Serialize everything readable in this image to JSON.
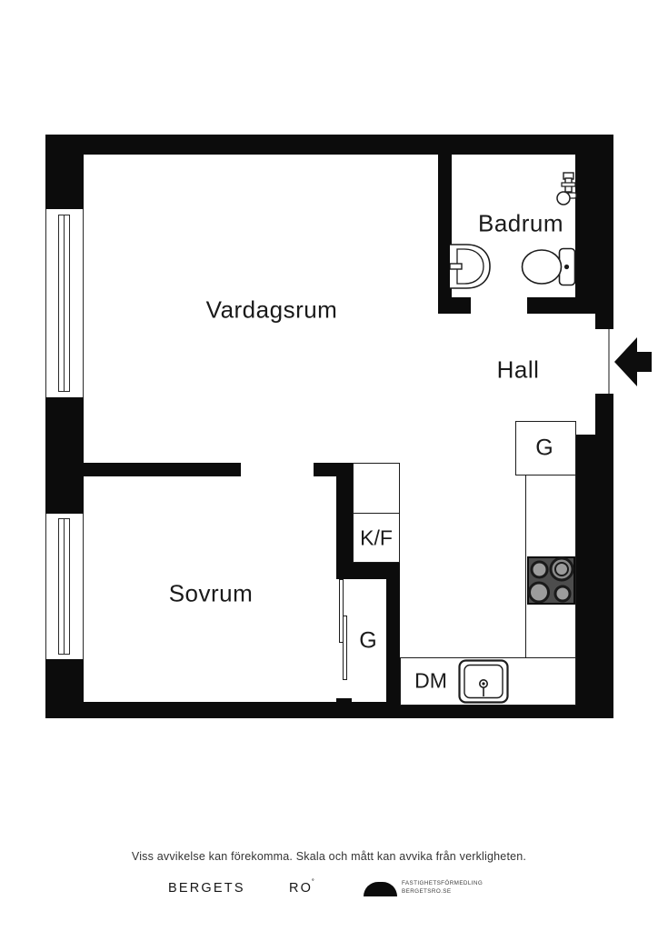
{
  "floorplan": {
    "room_labels": {
      "vardagsrum": "Vardagsrum",
      "badrum": "Badrum",
      "hall": "Hall",
      "sovrum": "Sovrum"
    },
    "fixture_labels": {
      "fridge_freezer": "K/F",
      "wardrobe_hall": "G",
      "wardrobe_bedroom": "G",
      "dishwasher": "DM"
    },
    "colors": {
      "wall": "#0c0c0c",
      "outline": "#1c1c1c",
      "stove_body": "#4d4d4d",
      "burner_fill": "#9c9c9c"
    }
  },
  "footer": {
    "disclaimer": "Viss avvikelse kan förekomma. Skala och mått kan avvika från verkligheten.",
    "brand_word1": "BERGETS",
    "brand_word2": "RO",
    "brand_mark": "˚",
    "logo_text_line1": "FASTIGHETSFÖRMEDLING",
    "logo_text_line2": "BERGETSRO.SE"
  }
}
